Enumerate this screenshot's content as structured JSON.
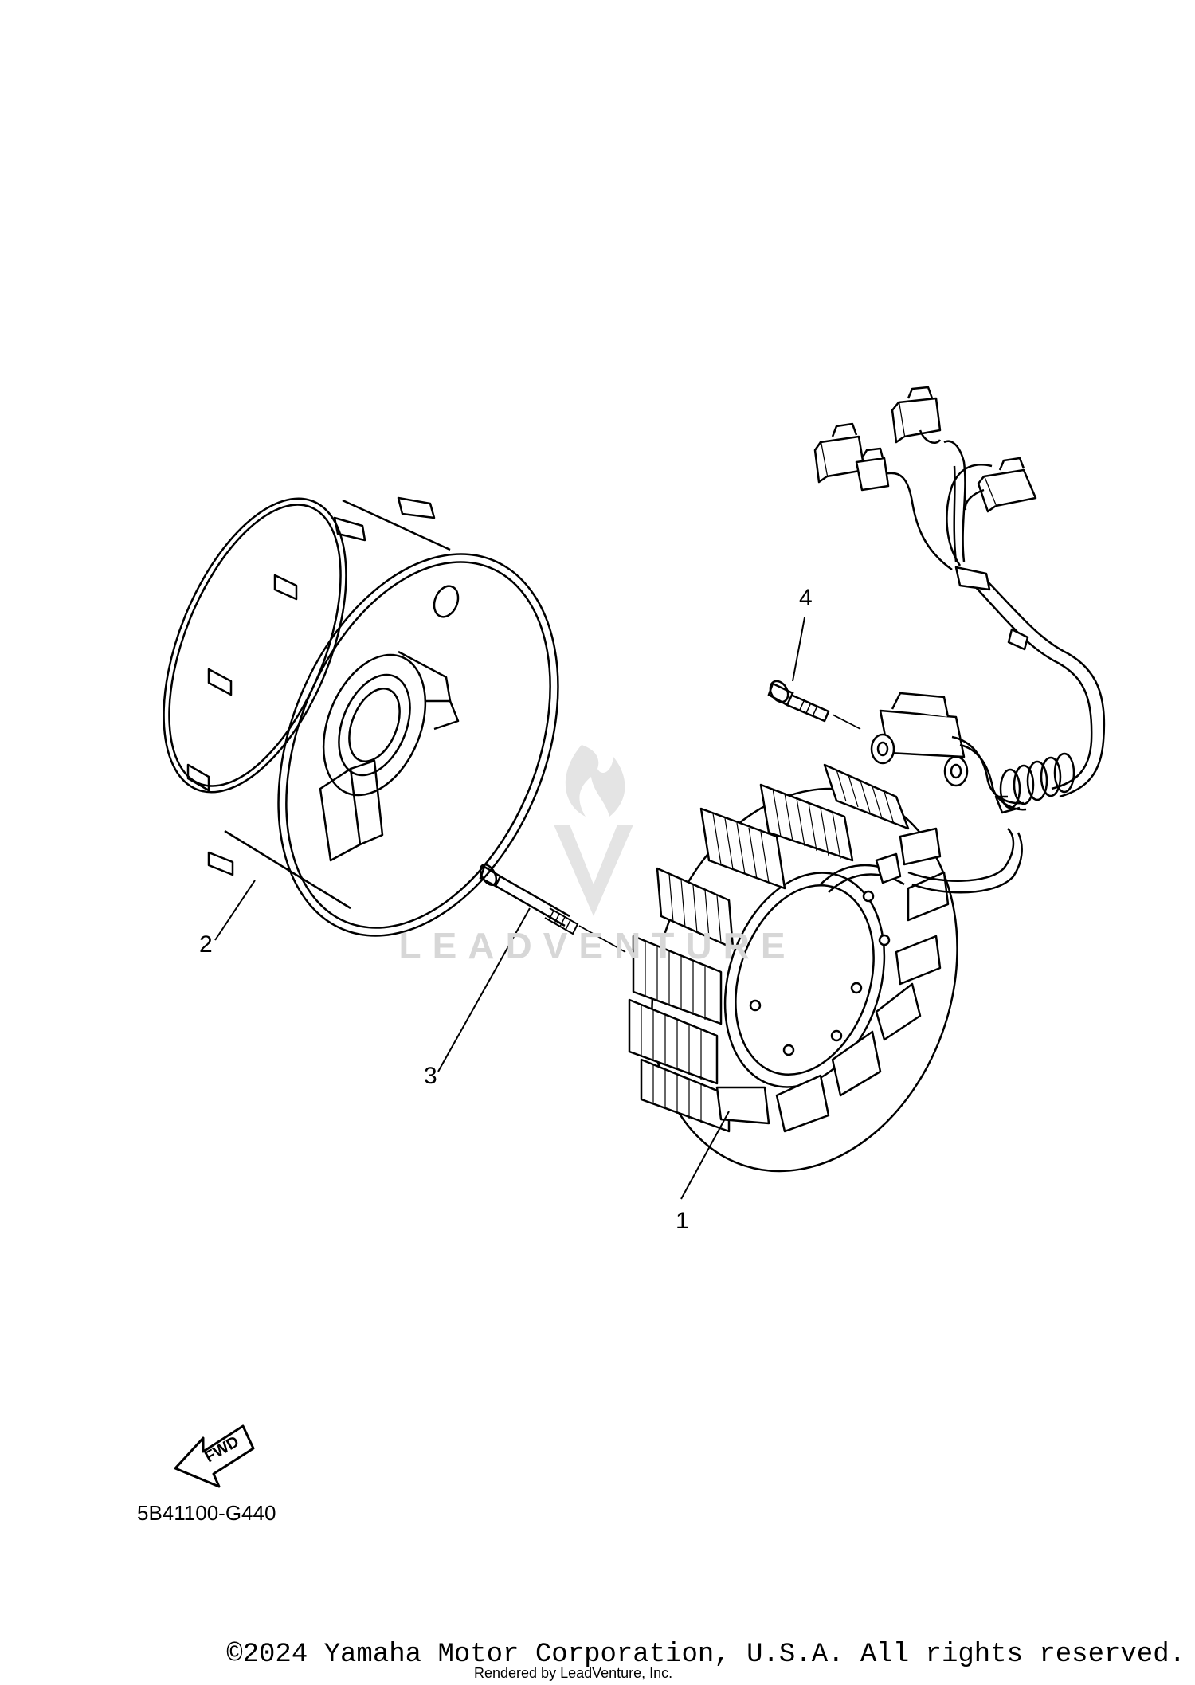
{
  "callouts": [
    {
      "label": "1",
      "part": "stator"
    },
    {
      "label": "2",
      "part": "rotor"
    },
    {
      "label": "3",
      "part": "bolt"
    },
    {
      "label": "4",
      "part": "screw"
    }
  ],
  "fwd_label": "FWD",
  "diagram_code": "5B41100-G440",
  "watermark_text": "LEADVENTURE",
  "copyright": "©2024 Yamaha Motor Corporation, U.S.A. All rights reserved.",
  "rendered_by": "Rendered by LeadVenture, Inc."
}
